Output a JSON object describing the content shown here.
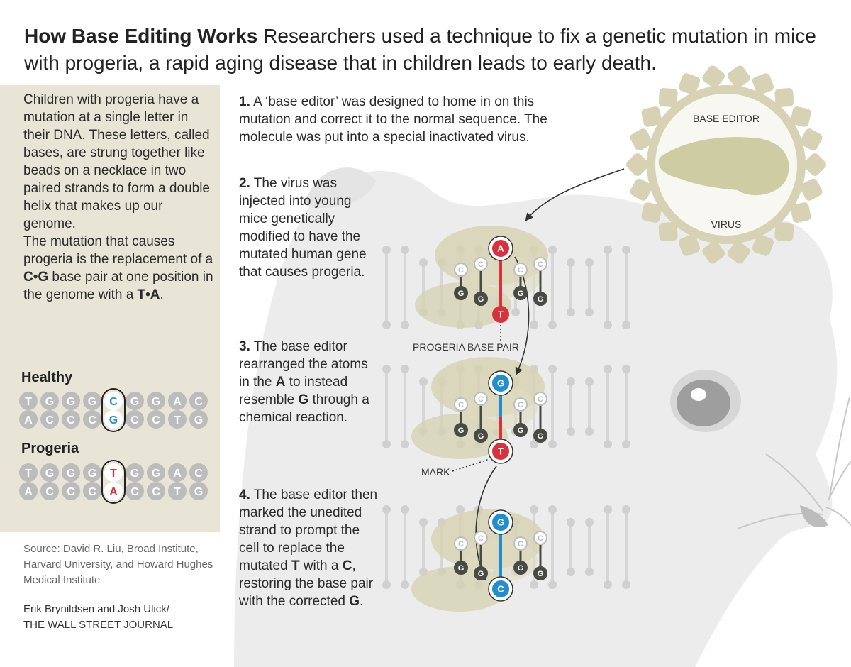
{
  "headline": {
    "title": "How Base Editing Works",
    "subtitle_line1": "Researchers used a technique to fix a genetic mutation in mice",
    "subtitle_line2": "with progeria, a rapid aging disease that in children leads to early death."
  },
  "intro": {
    "p1": "Children with progeria have a mutation at a single letter in their DNA. These letters, called bases, are strung together like beads on a necklace in two paired strands to form a double helix that makes up our genome.",
    "p2_a": "The mutation that causes progeria is the replacement of a ",
    "p2_b": "C•G",
    "p2_c": " base pair at one position in the genome with a ",
    "p2_d": "T•A",
    "p2_e": "."
  },
  "legend": {
    "healthy_label": "Healthy",
    "progeria_label": "Progeria",
    "healthy": {
      "top": [
        "T",
        "G",
        "G",
        "G",
        "C",
        "G",
        "G",
        "A",
        "C"
      ],
      "bottom": [
        "A",
        "C",
        "C",
        "C",
        "G",
        "C",
        "C",
        "T",
        "G"
      ],
      "highlight_top": "C",
      "highlight_bottom": "G"
    },
    "progeria": {
      "top": [
        "T",
        "G",
        "G",
        "G",
        "T",
        "G",
        "G",
        "A",
        "C"
      ],
      "bottom": [
        "A",
        "C",
        "C",
        "C",
        "A",
        "C",
        "C",
        "T",
        "G"
      ],
      "highlight_top": "T",
      "highlight_bottom": "A"
    }
  },
  "steps": {
    "s1_num": "1.",
    "s1_line1": "A ‘base editor’ was designed to home in on this",
    "s1_line2": "mutation and correct it to the normal sequence. The",
    "s1_line3": "molecule was put into a special inactivated virus.",
    "s2_num": "2.",
    "s2_line1": "The virus was",
    "s2_line2": "injected into young",
    "s2_line3": "mice genetically",
    "s2_line4": "modified to have the",
    "s2_line5": "mutated human gene",
    "s2_line6": "that causes progeria.",
    "s3_num": "3.",
    "s3_line1": "The base editor",
    "s3_line2": "rearranged the atoms",
    "s3_line3a": "in the ",
    "s3_line3b": "A",
    "s3_line3c": " to instead",
    "s3_line4a": "resemble ",
    "s3_line4b": "G",
    "s3_line4c": " through a",
    "s3_line5": "chemical reaction.",
    "s4_num": "4.",
    "s4_line1": "The base editor then",
    "s4_line2": "marked the unedited",
    "s4_line3": "strand to prompt the",
    "s4_line4": "cell to replace the",
    "s4_line5a": "mutated ",
    "s4_line5b": "T",
    "s4_line5c": " with a ",
    "s4_line5d": "C",
    "s4_line5e": ",",
    "s4_line6": "restoring the base pair",
    "s4_line7a": "with the corrected ",
    "s4_line7b": "G",
    "s4_line7c": "."
  },
  "diagram": {
    "virus_top_label": "BASE EDITOR",
    "virus_bottom_label": "VIRUS",
    "progeria_pair_label": "PROGERIA BASE PAIR",
    "mark_label": "MARK",
    "stage1": {
      "top": "A",
      "bottom": "T"
    },
    "stage2": {
      "top": "G",
      "bottom": "T"
    },
    "stage3": {
      "top": "G",
      "bottom": "C"
    },
    "bg_top": [
      "C",
      "C",
      "C"
    ],
    "bg_bottom": [
      "G",
      "G",
      "G"
    ],
    "colors": {
      "red": "#d8323c",
      "blue": "#1f8fd0",
      "dark": "#4a4a44",
      "virus": "#d7d2b4"
    }
  },
  "source": "Source: David R. Liu, Broad Institute, Harvard University, and Howard Hughes Medical Institute",
  "credit": {
    "line1": "Erik Brynildsen and Josh Ulick/",
    "line2": "THE WALL STREET JOURNAL"
  }
}
